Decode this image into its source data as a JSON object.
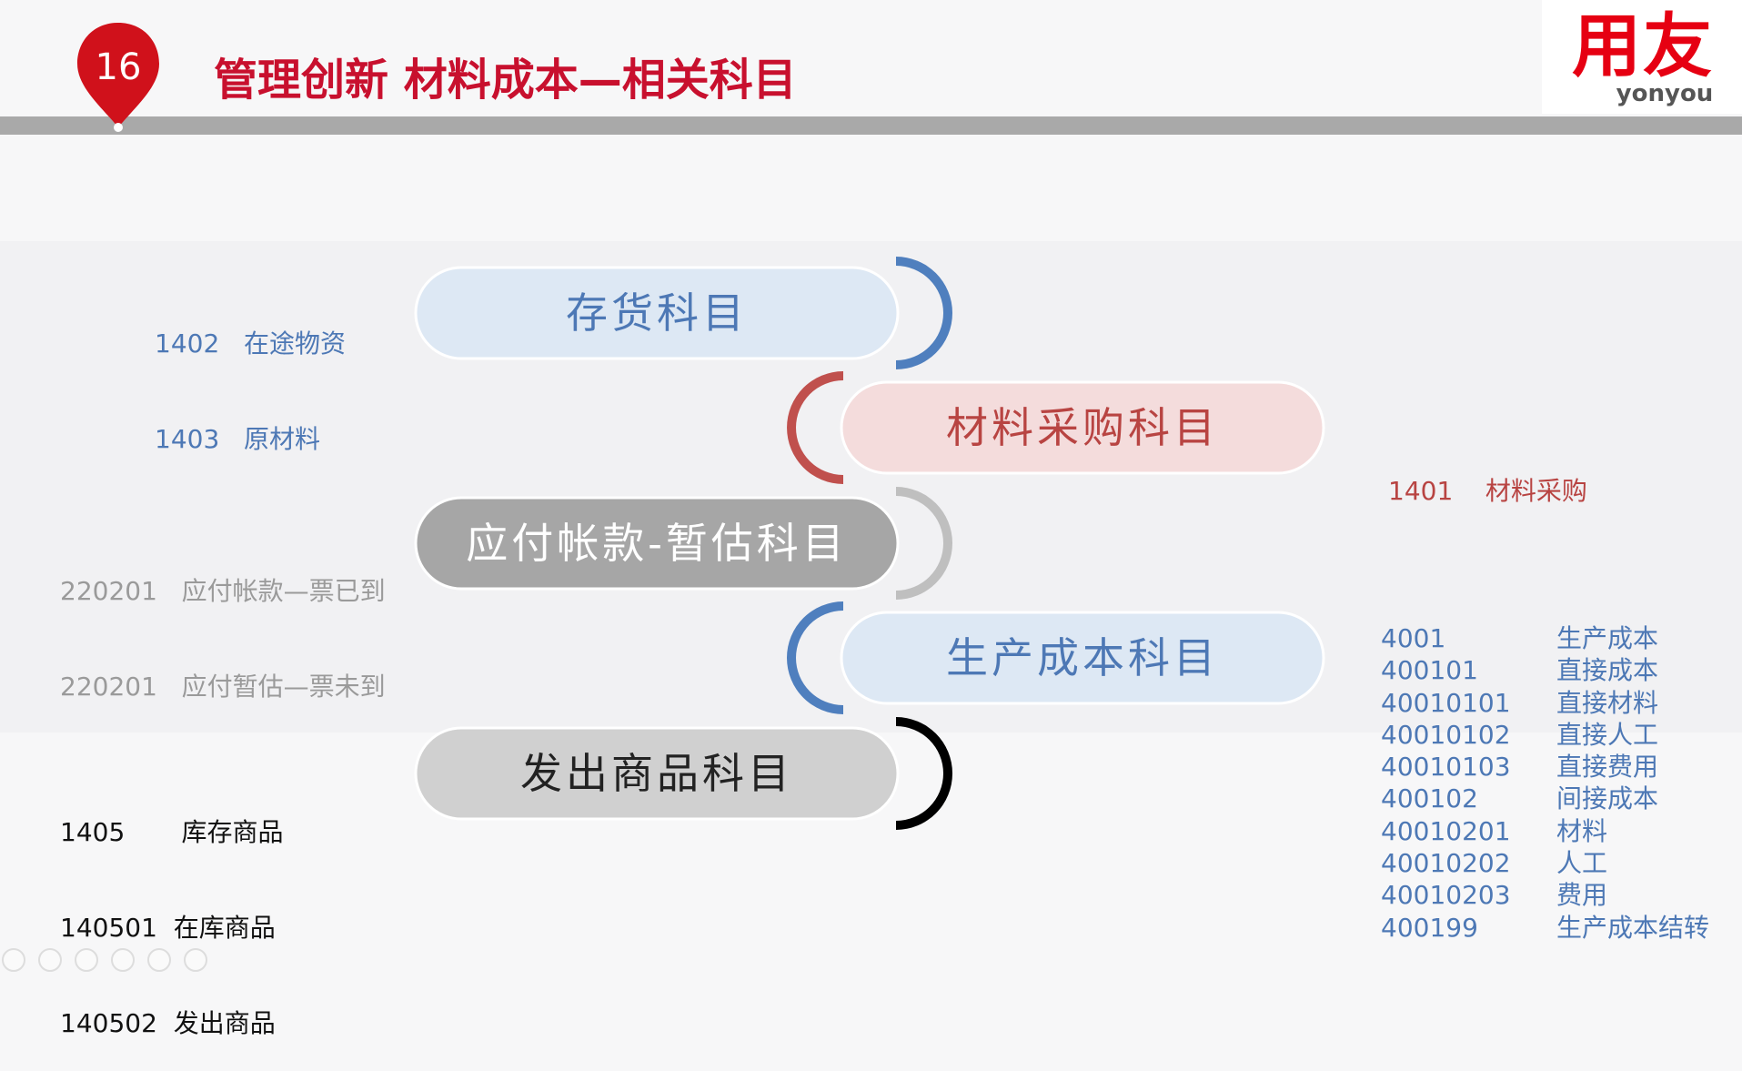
{
  "slide": {
    "number": "16",
    "title": "管理创新  材料成本—相关科目",
    "logo": {
      "main": "用友",
      "sub": "yonyou"
    }
  },
  "pills": [
    {
      "label": "存货科目",
      "fill": "#dde8f4",
      "arc": "#4f7fbe",
      "text_color": "#4d78b5"
    },
    {
      "label": "材料采购科目",
      "fill": "#f4dcdc",
      "arc": "#c0504d",
      "text_color": "#b84442"
    },
    {
      "label": "应付帐款-暂估科目",
      "fill": "#a6a6a6",
      "arc": "#bfbfbf",
      "text_color": "#ffffff"
    },
    {
      "label": "生产成本科目",
      "fill": "#dde8f4",
      "arc": "#4f7fbe",
      "text_color": "#4d78b5"
    },
    {
      "label": "发出商品科目",
      "fill": "#d0d0d0",
      "arc": "#000000",
      "text_color": "#222222"
    }
  ],
  "notes": {
    "inventory": [
      "1402   在途物资",
      "1403   原材料"
    ],
    "purchase": [
      "1401    材料采购"
    ],
    "payable": [
      "220201   应付帐款—票已到",
      "220201   应付暂估—票未到"
    ],
    "goods": [
      "1405       库存商品",
      "140501  在库商品",
      "140502  发出商品"
    ],
    "production_codes": [
      "4001",
      "400101",
      "40010101",
      "40010102",
      "40010103",
      "400102",
      "40010201",
      "40010202",
      "40010203",
      "400199"
    ],
    "production_names": [
      "生产成本",
      "直接成本",
      "直接材料",
      "直接人工",
      "直接费用",
      "间接成本",
      "材料",
      "人工",
      "费用",
      "生产成本结转"
    ]
  },
  "colors": {
    "accent_red": "#c8102e",
    "blue_text": "#4d78b5",
    "red_text": "#b84442",
    "gray_text": "#9a9a9a",
    "black_text": "#111111"
  }
}
